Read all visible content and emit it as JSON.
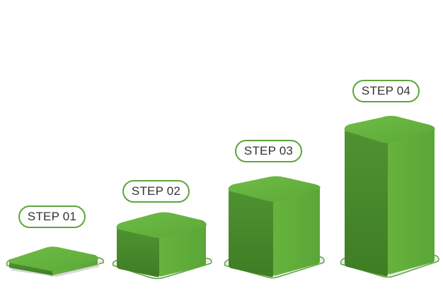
{
  "steps": [
    {
      "label": "STEP 01",
      "level": 1
    },
    {
      "label": "STEP 02",
      "level": 2
    },
    {
      "label": "STEP 03",
      "level": 3
    },
    {
      "label": "STEP 04",
      "level": 4
    }
  ],
  "colors": {
    "front": "#5aa637",
    "side": "#4f8f2f",
    "top": "#6ab942",
    "outline": "#5ea53a",
    "base": "#e6e6e6"
  }
}
